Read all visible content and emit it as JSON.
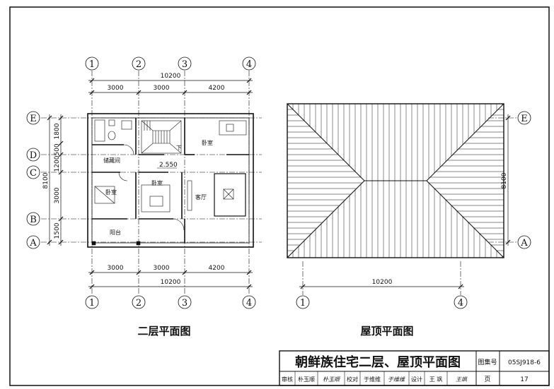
{
  "plans": {
    "second_floor": {
      "title": "二层平面图",
      "axes_x": [
        "1",
        "2",
        "3",
        "4"
      ],
      "axes_y": [
        "E",
        "D",
        "C",
        "B",
        "A"
      ],
      "overall_width": "10200",
      "spans_x": [
        "3000",
        "3000",
        "4200"
      ],
      "overall_depth": "8100",
      "spans_y": [
        "1800",
        "500",
        "1200",
        "3000",
        "1500"
      ],
      "elevation": "2.550",
      "rooms": {
        "bedroom": "卧室",
        "storage": "储藏间",
        "living": "客厅",
        "balcony": "阳台",
        "down": "下"
      }
    },
    "roof": {
      "title": "屋顶平面图",
      "axes_x": [
        "1",
        "4"
      ],
      "axes_y": [
        "E",
        "A"
      ],
      "overall_width": "10200",
      "overall_depth": "8100"
    }
  },
  "title_block": {
    "drawing_title": "朝鲜族住宅二层、屋顶平面图",
    "atlas_label": "图集号",
    "atlas_no": "05SJ918-6",
    "review_label": "审核",
    "reviewer": "朴玉顺",
    "reviewer_sign": "朴玉顺",
    "check_label": "校对",
    "checker": "于维维",
    "checker_sign": "于维维",
    "design_label": "设计",
    "designer": "王 飒",
    "designer_sign": "王飒",
    "page_label": "页",
    "page_no": "17"
  }
}
